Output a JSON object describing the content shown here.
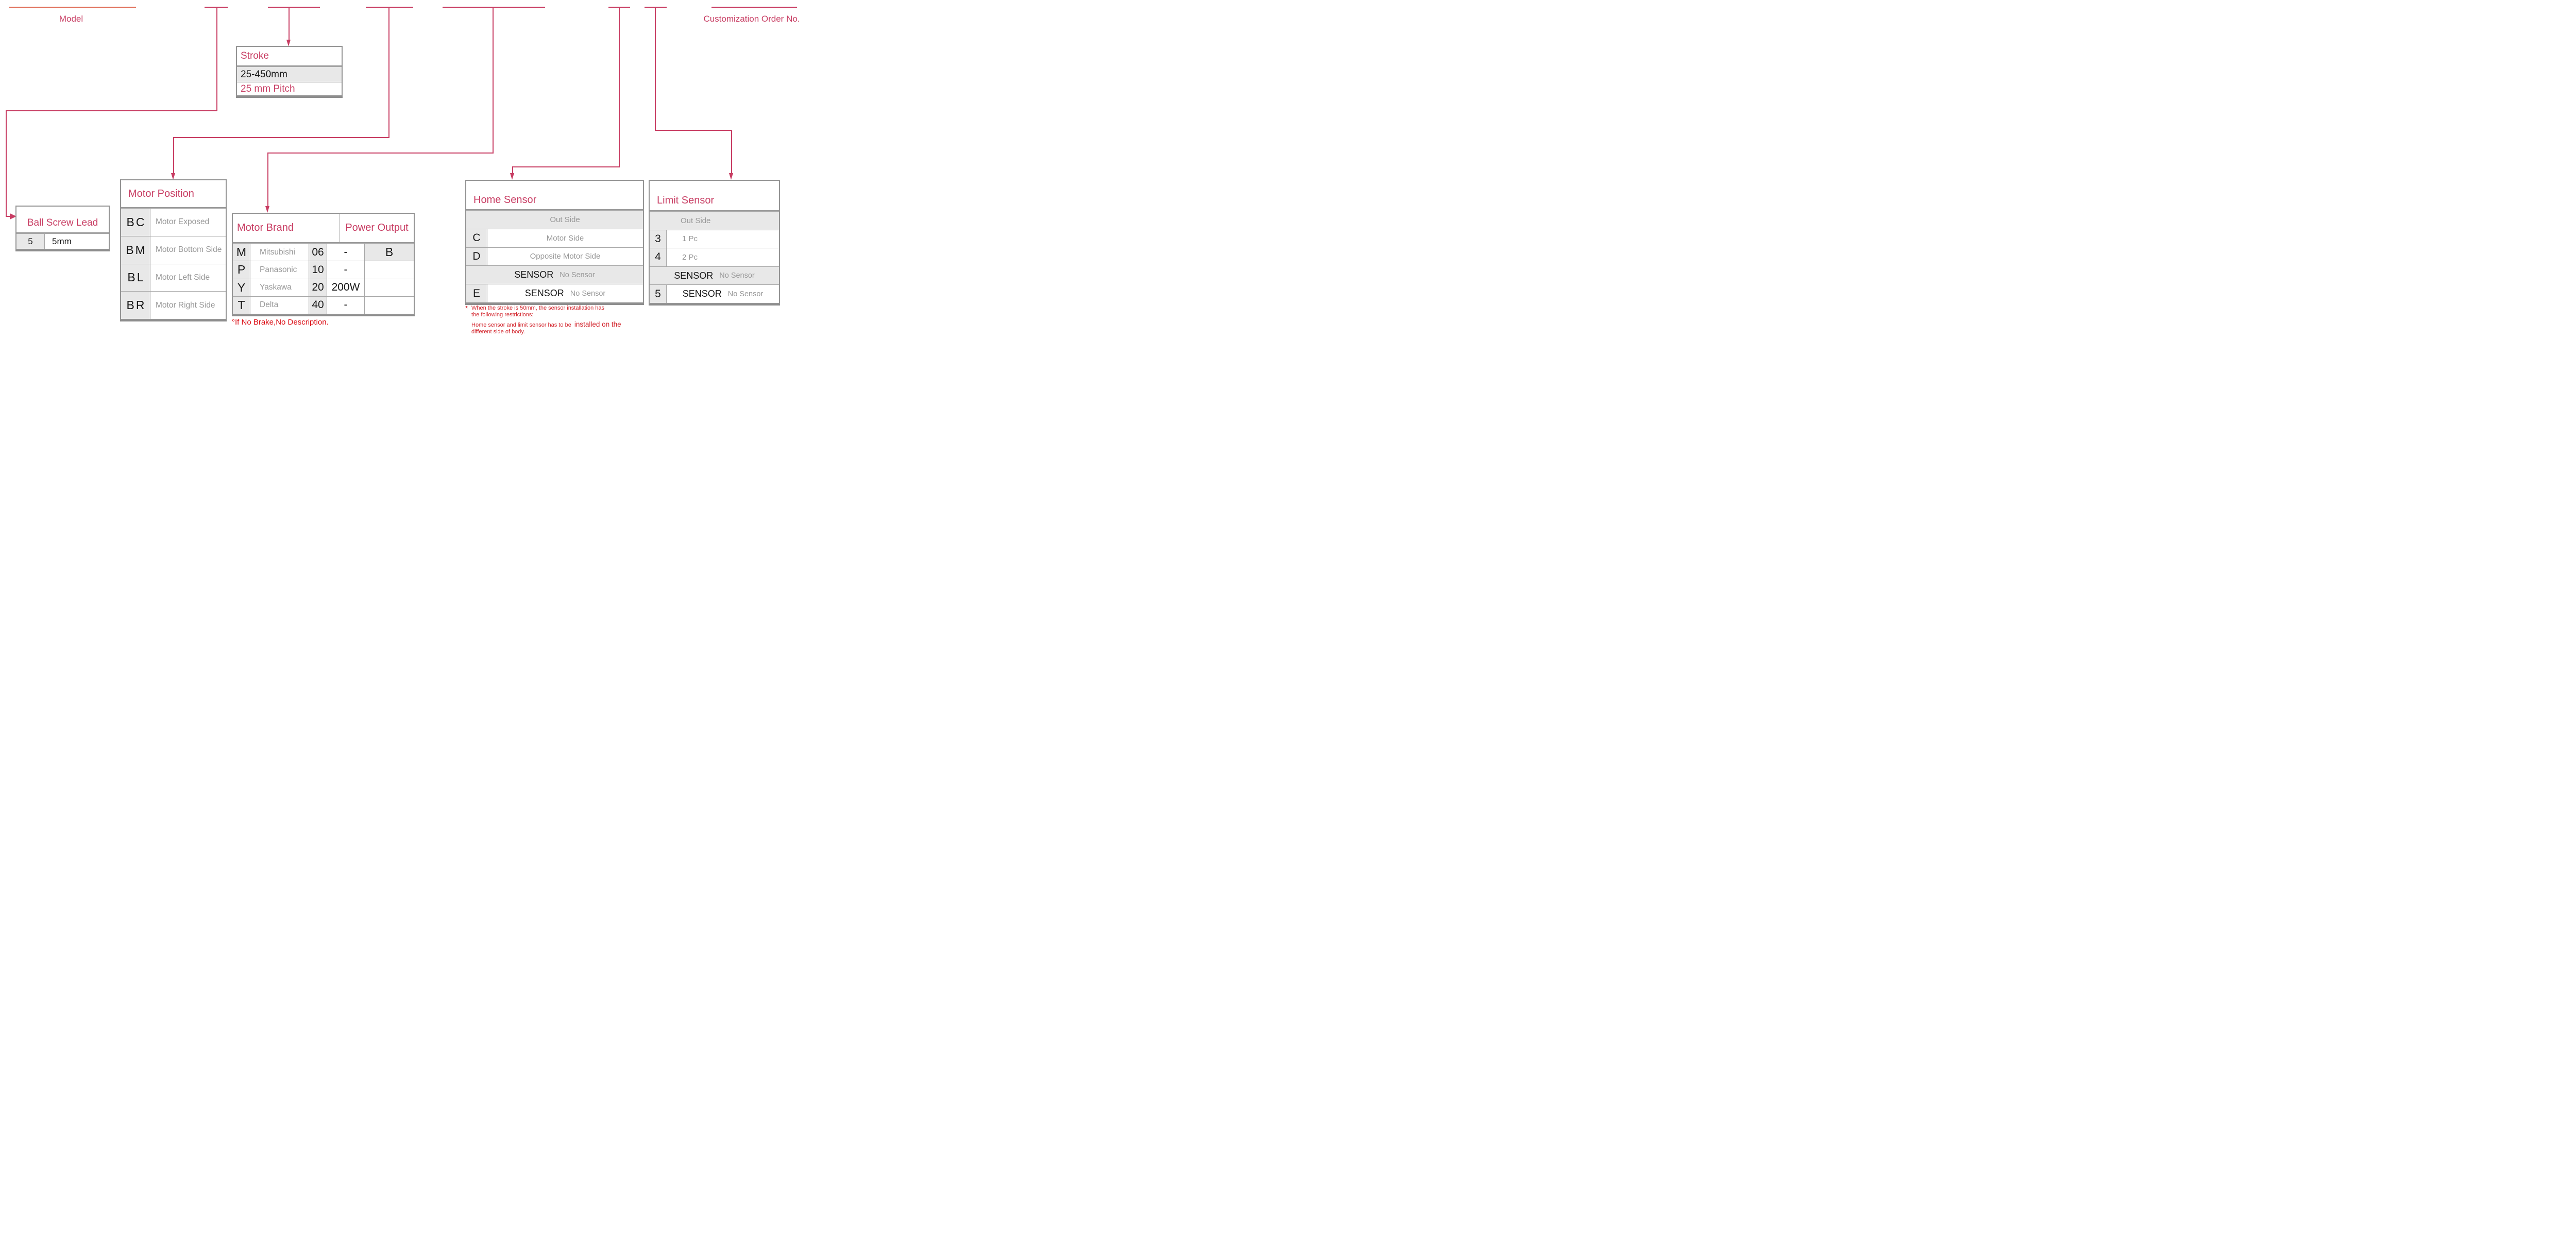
{
  "colors": {
    "accent_pink": "#c83d63",
    "model_underline_orange": "#e0715c",
    "brake_note_red": "#db0a12",
    "restriction_note_red": "#d2232b",
    "gray_text": "#989898",
    "cell_gray": "#e8e8e8",
    "border_gray": "#949494"
  },
  "top": {
    "model_label": "Model",
    "customization_label": "Customization Order No."
  },
  "stroke": {
    "title": "Stroke",
    "range": "25-450mm",
    "pitch": "25 mm Pitch"
  },
  "ball_screw_lead": {
    "title": "Ball Screw Lead",
    "code": "5",
    "value": "5mm"
  },
  "motor_position": {
    "title": "Motor Position",
    "rows": [
      {
        "code": "BC",
        "desc": "Motor Exposed"
      },
      {
        "code": "BM",
        "desc": "Motor Bottom Side"
      },
      {
        "code": "BL",
        "desc": "Motor Left Side"
      },
      {
        "code": "BR",
        "desc": "Motor Right Side"
      }
    ]
  },
  "motor_brand": {
    "title": "Motor Brand",
    "power_title": "Power Output",
    "rows": [
      {
        "code": "M",
        "brand": "Mitsubishi",
        "num": "06",
        "value": "-",
        "brake": "B"
      },
      {
        "code": "P",
        "brand": "Panasonic",
        "num": "10",
        "value": "-",
        "brake": ""
      },
      {
        "code": "Y",
        "brand": "Yaskawa",
        "num": "20",
        "value": "200W",
        "brake": ""
      },
      {
        "code": "T",
        "brand": "Delta",
        "num": "40",
        "value": "-",
        "brake": ""
      }
    ],
    "note": "°If No Brake,No Description."
  },
  "home_sensor": {
    "title": "Home Sensor",
    "out_side": "Out Side",
    "rows": [
      {
        "code": "C",
        "desc": "Motor Side"
      },
      {
        "code": "D",
        "desc": "Opposite Motor Side"
      }
    ],
    "sensor": "SENSOR",
    "no_sensor": "No Sensor",
    "e_code": "E"
  },
  "limit_sensor": {
    "title": "Limit Sensor",
    "out_side": "Out Side",
    "rows": [
      {
        "code": "3",
        "desc": "1 Pc"
      },
      {
        "code": "4",
        "desc": "2 Pc"
      }
    ],
    "sensor": "SENSOR",
    "no_sensor": "No Sensor",
    "five_code": "5"
  },
  "restriction_note": {
    "marker": "*",
    "line1": "When the stroke is 50mm, the sensor installation has",
    "line2": "the following restrictions:",
    "line3a": "Home sensor and limit sensor has to be",
    "line3b": "installed on the",
    "line4": "different side of body."
  }
}
